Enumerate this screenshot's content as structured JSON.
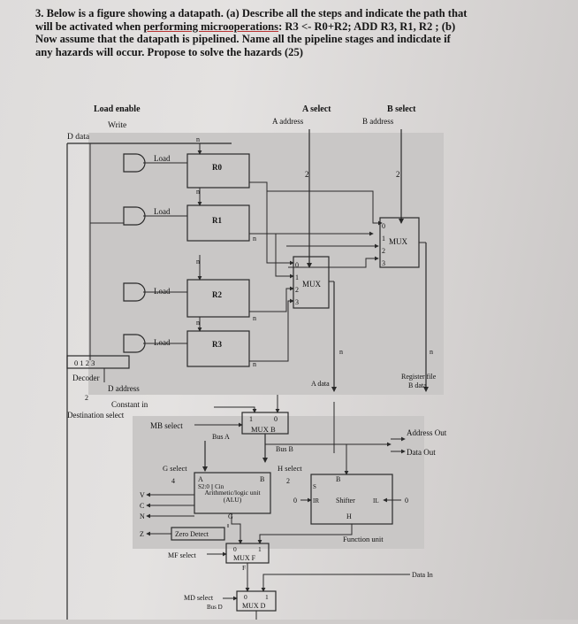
{
  "question": {
    "line1": "3. Below is a figure showing a datapath. (a) Describe all the steps and indicate the path that",
    "line2_a": "will be activated when ",
    "line2_u": "performing microoperations",
    "line2_b": ": R3 <- R0+R2; ADD R3, R1, R2 ; (b)",
    "line3": "Now assume that the datapath is pipelined. Name all the pipeline stages and indicdate if",
    "line4": "any hazards will occur. Propose to solve the hazards (25)"
  },
  "figure": {
    "load_enable": "Load enable",
    "write": "Write",
    "d_data": "D data",
    "a_select": "A select",
    "b_select": "B select",
    "a_address": "A address",
    "b_address": "B address",
    "load": "Load",
    "registers": [
      "R0",
      "R1",
      "R2",
      "R3"
    ],
    "bus_width_n": "n",
    "bus_width_2": "2",
    "mux_label": "MUX",
    "mux_inputs": [
      "0",
      "1",
      "2",
      "3"
    ],
    "decoder_inputs": "0 1 2 3",
    "decoder": "Decoder",
    "d_address": "D address",
    "constant_in": "Constant in",
    "destination_select": "Destination select",
    "register_file": "Register file",
    "a_data": "A data",
    "b_data": "B data",
    "mb_select": "MB select",
    "mux_b": "MUX B",
    "mux_b_inputs": [
      "1",
      "0"
    ],
    "bus_a": "Bus A",
    "bus_b": "Bus B",
    "address_out": "Address Out",
    "data_out": "Data Out",
    "g_select": "G select",
    "g_width": "4",
    "h_select": "H select",
    "h_width": "2",
    "alu_a": "A",
    "alu_b": "B",
    "alu_ctrl": "S2:0 || Cin",
    "alu": "Arithmetic/logic unit (ALU)",
    "alu_out": "G",
    "shifter_b": "B",
    "shifter_s": "S",
    "shifter_in": "IR",
    "shifter": "Shifter",
    "shifter_il": "IL",
    "shifter_zero_in": "0",
    "shifter_zero_out": "0",
    "shifter_out": "H",
    "function_unit": "Function unit",
    "flags": [
      "V",
      "C",
      "N",
      "Z"
    ],
    "zero_detect": "Zero Detect",
    "mf_select": "MF select",
    "mux_f": "MUX F",
    "mux_f_inputs": [
      "0",
      "1"
    ],
    "f_out": "F",
    "data_in": "Data In",
    "md_select": "MD select",
    "mux_d": "MUX D",
    "mux_d_inputs": [
      "0",
      "1"
    ],
    "bus_d": "Bus D"
  }
}
